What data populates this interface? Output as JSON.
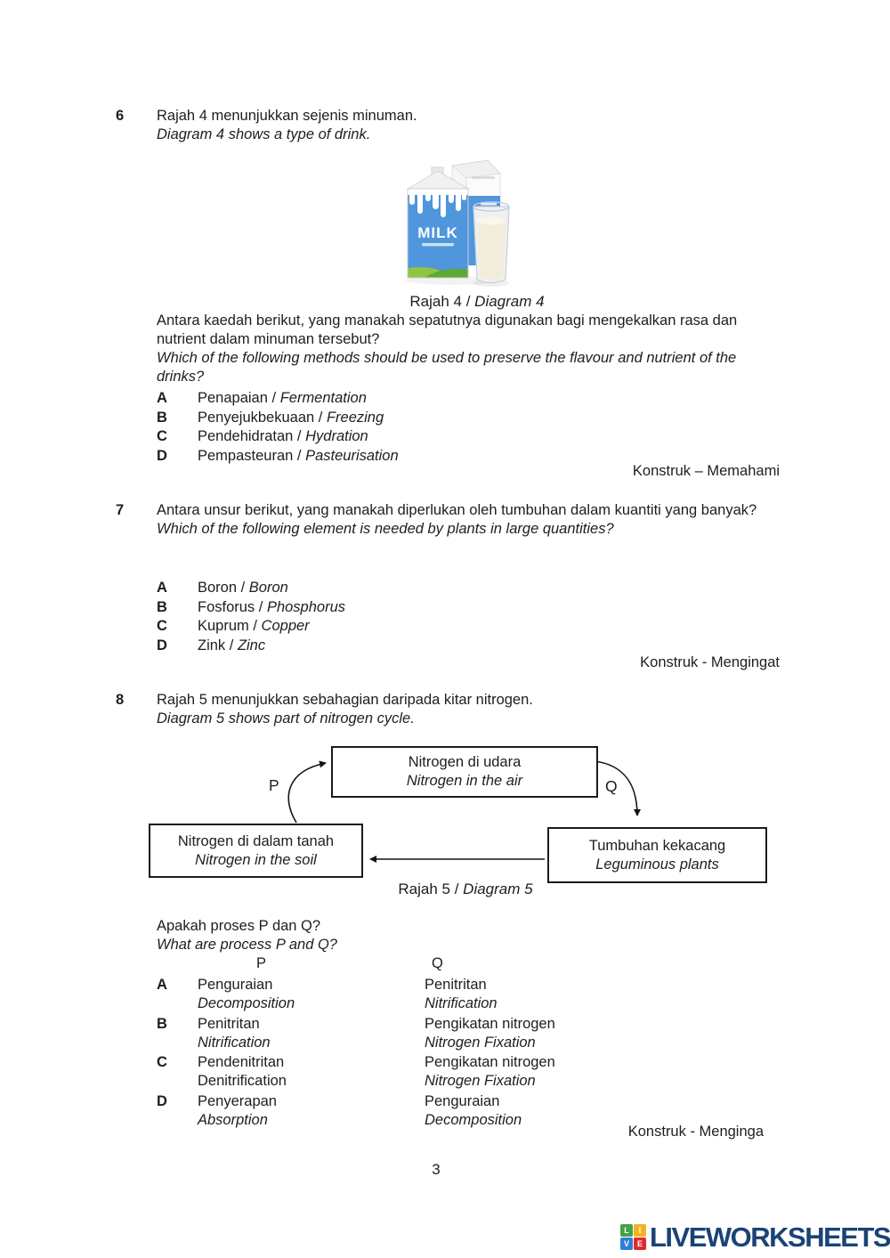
{
  "ui": {
    "sep": " / "
  },
  "colors": {
    "carton_blue": "#4f96dd",
    "grass_green": "#6fb13a",
    "brand_navy": "#1a4376",
    "tile_green": "#44a248",
    "tile_yellow": "#f4b223",
    "tile_blue": "#2d7fd6",
    "tile_red": "#dd2c2c"
  },
  "q6": {
    "number": "6",
    "stem_ms": "Rajah 4 menunjukkan sejenis minuman.",
    "stem_en": "Diagram 4 shows a type of drink.",
    "figure": {
      "milk_label": "MILK",
      "caption_ms": "Rajah 4",
      "caption_en": "Diagram 4"
    },
    "question_ms": "Antara kaedah berikut, yang manakah sepatutnya digunakan bagi mengekalkan rasa dan nutrient dalam minuman tersebut?",
    "question_en": "Which of the following methods should be used to preserve the flavour and nutrient of the drinks?",
    "options": [
      {
        "letter": "A",
        "ms": "Penapaian",
        "en": "Fermentation"
      },
      {
        "letter": "B",
        "ms": "Penyejukbekuaan",
        "en": "Freezing"
      },
      {
        "letter": "C",
        "ms": "Pendehidratan",
        "en": "Hydration"
      },
      {
        "letter": "D",
        "ms": "Pempasteuran",
        "en": "Pasteurisation"
      }
    ],
    "construct": "Konstruk – Memahami"
  },
  "q7": {
    "number": "7",
    "question_ms": "Antara unsur berikut, yang manakah diperlukan oleh tumbuhan dalam kuantiti yang banyak?",
    "question_en": "Which of the following element is needed by plants in large quantities?",
    "options": [
      {
        "letter": "A",
        "ms": "Boron",
        "en": "Boron"
      },
      {
        "letter": "B",
        "ms": "Fosforus",
        "en": "Phosphorus"
      },
      {
        "letter": "C",
        "ms": "Kuprum",
        "en": "Copper"
      },
      {
        "letter": "D",
        "ms": "Zink",
        "en": "Zinc"
      }
    ],
    "construct": "Konstruk - Mengingat"
  },
  "q8": {
    "number": "8",
    "stem_ms": "Rajah 5 menunjukkan sebahagian daripada kitar nitrogen.",
    "stem_en": "Diagram 5 shows part of nitrogen cycle.",
    "diagram": {
      "air_ms": "Nitrogen di udara",
      "air_en": "Nitrogen in the air",
      "soil_ms": "Nitrogen di dalam tanah",
      "soil_en": "Nitrogen in the soil",
      "plants_ms": "Tumbuhan kekacang",
      "plants_en": "Leguminous plants",
      "label_p": "P",
      "label_q": "Q",
      "caption_ms": "Rajah 5",
      "caption_en": "Diagram 5"
    },
    "question_ms": "Apakah proses P dan Q?",
    "question_en": "What are process P and Q?",
    "col_p": "P",
    "col_q": "Q",
    "options": [
      {
        "letter": "A",
        "p_ms": "Penguraian",
        "p_en": "Decomposition",
        "q_ms": "Penitritan",
        "q_en": "Nitrification"
      },
      {
        "letter": "B",
        "p_ms": "Penitritan",
        "p_en": "Nitrification",
        "q_ms": "Pengikatan nitrogen",
        "q_en": "Nitrogen Fixation"
      },
      {
        "letter": "C",
        "p_ms": "Pendenitritan",
        "p_en": "Denitrification",
        "q_ms": "Pengikatan nitrogen",
        "q_en": "Nitrogen Fixation"
      },
      {
        "letter": "D",
        "p_ms": "Penyerapan",
        "p_en": "Absorption",
        "q_ms": "Penguraian",
        "q_en": "Decomposition"
      }
    ],
    "construct": "Konstruk - Menginga"
  },
  "footer": {
    "page_number": "3",
    "brand": {
      "text": "LIVEWORKSHEETS",
      "tiles": [
        {
          "letter": "L",
          "color": "#44a248"
        },
        {
          "letter": "I",
          "color": "#f4b223"
        },
        {
          "letter": "V",
          "color": "#2d7fd6"
        },
        {
          "letter": "E",
          "color": "#dd2c2c"
        }
      ]
    }
  }
}
